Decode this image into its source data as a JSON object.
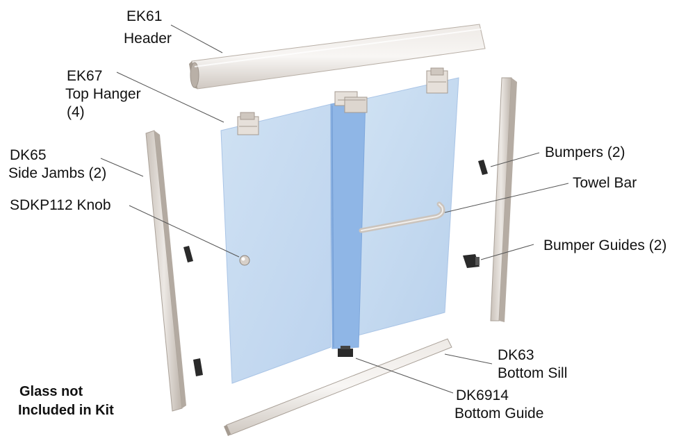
{
  "labels": {
    "header_code": "EK61",
    "header_name": "Header",
    "hanger_code": "EK67",
    "hanger_name": "Top Hanger",
    "hanger_qty": "(4)",
    "jambs_code": "DK65",
    "jambs_name": "Side Jambs (2)",
    "knob": "SDKP112  Knob",
    "bumpers": "Bumpers (2)",
    "towel_bar": "Towel Bar",
    "bumper_guides": "Bumper Guides (2)",
    "sill_code": "DK63",
    "sill_name": "Bottom Sill",
    "guide_code": "DK6914",
    "guide_name": "Bottom Guide"
  },
  "note": {
    "line1": "Glass not",
    "line2": "Included in Kit"
  },
  "colors": {
    "glass_light": "#c9def2",
    "glass_dark": "#8fb6e6",
    "frame_metal": "#d8d2cc",
    "hardware_dark": "#2a2a2a"
  }
}
